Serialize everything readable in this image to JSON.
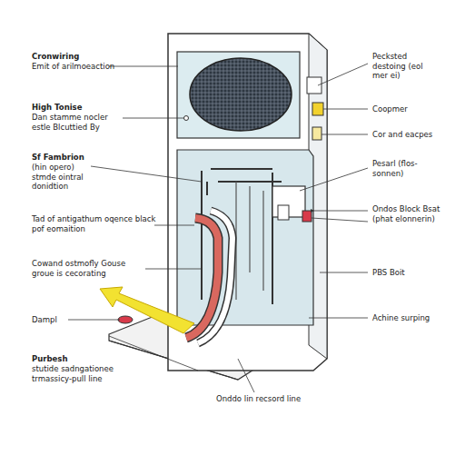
{
  "diagram": {
    "labels": [
      "Cronwiring",
      "Emit of arilmoeaction",
      "High Tonise",
      "Dan stamme nocler estle Blcuttied By",
      "Sf Fambrion",
      "(hin opero) stmde ointral donidtion",
      "Tad of antigathum oqence black pof eomaition",
      "Cowand ostmofly Gouse groue is cecorating",
      "Dampl",
      "Purbesh",
      "stutide sadngationee trmassicy-pull line",
      "Pecksted destoing (eol mer ei)",
      "Coopmer",
      "Cor and eacpes",
      "Pesarl (flos-sonnen)",
      "Ondos Block Bsat (phat elonnerin)",
      "PBS Boit",
      "Achine surping",
      "Onddo lin recsord line"
    ]
  }
}
